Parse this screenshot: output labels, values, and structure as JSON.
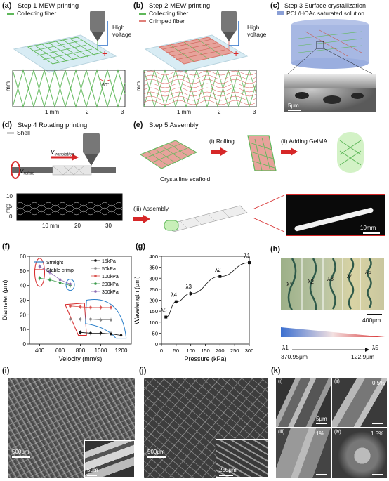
{
  "panels": {
    "a": {
      "label": "(a)",
      "step": "Step 1 MEW printing",
      "legend": "Collecting fiber",
      "voltage1": "High",
      "voltage2": "voltage",
      "ylabel": "mm",
      "ticks": [
        "1 mm",
        "2",
        "3"
      ],
      "angle": "60°"
    },
    "b": {
      "label": "(b)",
      "step": "Step 2 MEW printing",
      "legend1": "Collecting fiber",
      "legend2": "Crimped fiber",
      "voltage1": "High",
      "voltage2": "voltage",
      "ylabel": "mm",
      "ticks": [
        "1 mm",
        "2",
        "3"
      ]
    },
    "c": {
      "label": "(c)",
      "step": "Step 3 Surface crystallization",
      "legend": "PCL/HOAc saturated solution",
      "scale": "5μm"
    },
    "d": {
      "label": "(d)",
      "step": "Step 4 Rotating printing",
      "legend": "Shell",
      "vtrans": "V",
      "vtrans_sub": "translation",
      "vrot": "V",
      "vrot_sub": "rotate",
      "ylabel": "mm",
      "yticks": [
        "10",
        "5",
        "0"
      ],
      "xticks": [
        "10 mm",
        "20",
        "30"
      ]
    },
    "e": {
      "label": "(e)",
      "step": "Step 5 Assembly",
      "rolling": "(i) Rolling",
      "gelma": "(ii) Adding GelMA",
      "scaffold": "Crystalline scaffold",
      "assembly": "(iii) Assembly",
      "scale": "10mm"
    },
    "f": {
      "label": "(f)"
    },
    "g": {
      "label": "(g)"
    },
    "h": {
      "label": "(h)",
      "lambdas": [
        "λ1",
        "λ2",
        "λ3",
        "λ4",
        "λ5"
      ],
      "scale": "400μm",
      "grad_left": "λ1",
      "grad_right": "λ5",
      "val_left": "370.95μm",
      "val_right": "122.9μm"
    },
    "i": {
      "label": "(i)",
      "scale": "500μm",
      "inset_scale": "5μm"
    },
    "j": {
      "label": "(j)",
      "scale": "500μm",
      "inset_scale": "250μm"
    },
    "k": {
      "label": "(k)",
      "sub": [
        "(i)",
        "(ii)",
        "(iii)",
        "(iv)"
      ],
      "pct": [
        "",
        "0.5%",
        "1%",
        "1.5%"
      ],
      "scale": "5μm"
    }
  },
  "chart_data": [
    {
      "type": "scatter",
      "panel": "f",
      "xlabel": "Velocity (mm/s)",
      "ylabel": "Diameter (μm)",
      "xlim": [
        300,
        1300
      ],
      "ylim": [
        0,
        60
      ],
      "xticks": [
        400,
        600,
        800,
        1000,
        1200
      ],
      "yticks": [
        0,
        10,
        20,
        30,
        40,
        50,
        60
      ],
      "legend_regions": [
        {
          "name": "Straight",
          "color": "#2a7fc9"
        },
        {
          "name": "Stable crimp",
          "color": "#d62728"
        }
      ],
      "series": [
        {
          "name": "15kPa",
          "color": "#111111",
          "x": [
            800,
            900,
            1000,
            1100,
            1200
          ],
          "y": [
            8,
            7.5,
            7.5,
            7,
            6
          ]
        },
        {
          "name": "50kPa",
          "color": "#888888",
          "x": [
            700,
            800,
            900,
            1000,
            1100
          ],
          "y": [
            17,
            17,
            17,
            16.5,
            16.5
          ]
        },
        {
          "name": "100kPa",
          "color": "#d9534f",
          "x": [
            700,
            800,
            900,
            1000,
            1100
          ],
          "y": [
            26,
            25.5,
            25,
            25,
            25
          ]
        },
        {
          "name": "200kPa",
          "color": "#3a9a4a",
          "x": [
            400,
            500,
            600,
            700
          ],
          "y": [
            45,
            44,
            42,
            40
          ]
        },
        {
          "name": "300kPa",
          "color": "#8c6bb1",
          "x": [
            400,
            500,
            600,
            700
          ],
          "y": [
            53,
            49,
            44,
            41
          ]
        }
      ]
    },
    {
      "type": "line",
      "panel": "g",
      "xlabel": "Pressure (kPa)",
      "ylabel": "Wavelength (μm)",
      "xlim": [
        0,
        300
      ],
      "ylim": [
        0,
        400
      ],
      "xticks": [
        0,
        50,
        100,
        150,
        200,
        250,
        300
      ],
      "yticks": [
        0,
        50,
        100,
        150,
        200,
        250,
        300,
        350,
        400
      ],
      "x": [
        15,
        50,
        100,
        200,
        300
      ],
      "y": [
        123,
        193,
        230,
        308,
        371
      ],
      "point_labels": [
        "λ5",
        "λ4",
        "λ3",
        "λ2",
        "λ1"
      ]
    }
  ]
}
